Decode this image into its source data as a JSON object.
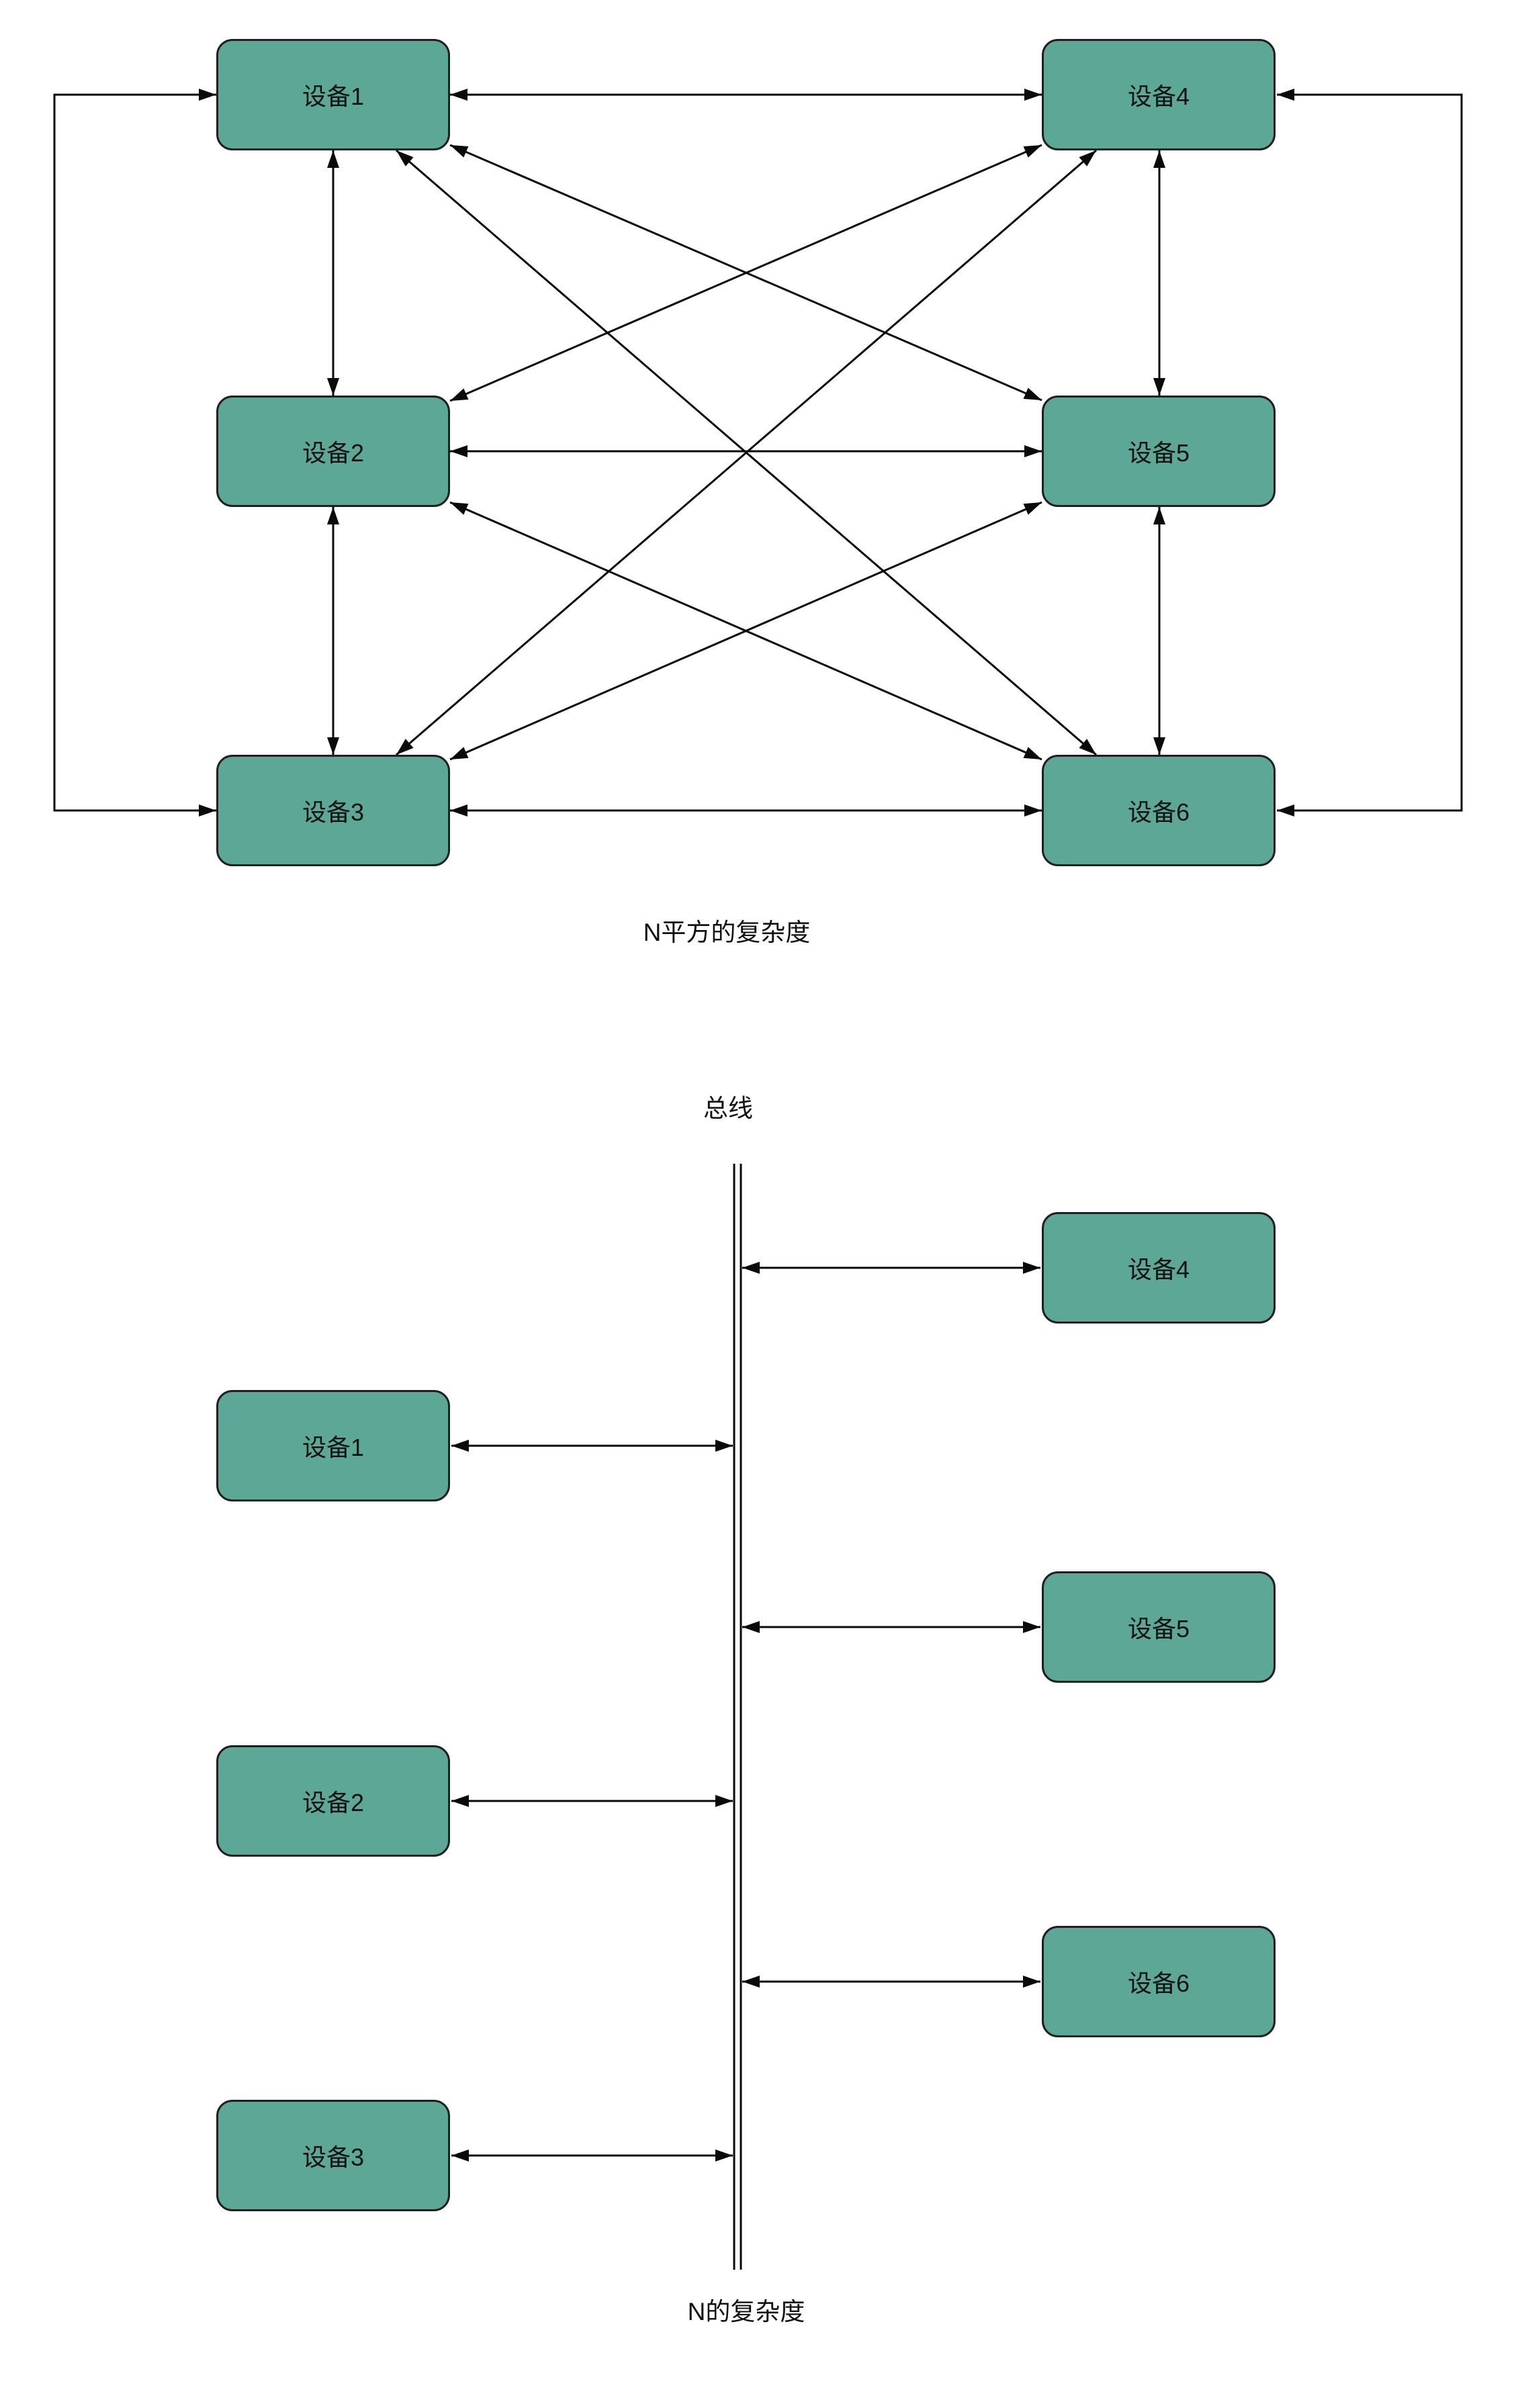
{
  "colors": {
    "node_fill": "#5ca795",
    "node_border": "#1f1f1f",
    "line": "#0a0a0a",
    "text": "#111111",
    "background": "#ffffff"
  },
  "mesh_diagram": {
    "caption": "N平方的复杂度",
    "nodes": [
      {
        "label": "设备1"
      },
      {
        "label": "设备2"
      },
      {
        "label": "设备3"
      },
      {
        "label": "设备4"
      },
      {
        "label": "设备5"
      },
      {
        "label": "设备6"
      }
    ]
  },
  "bus_diagram": {
    "bus_label": "总线",
    "caption": "N的复杂度",
    "nodes": [
      {
        "label": "设备4"
      },
      {
        "label": "设备1"
      },
      {
        "label": "设备5"
      },
      {
        "label": "设备2"
      },
      {
        "label": "设备6"
      },
      {
        "label": "设备3"
      }
    ]
  }
}
